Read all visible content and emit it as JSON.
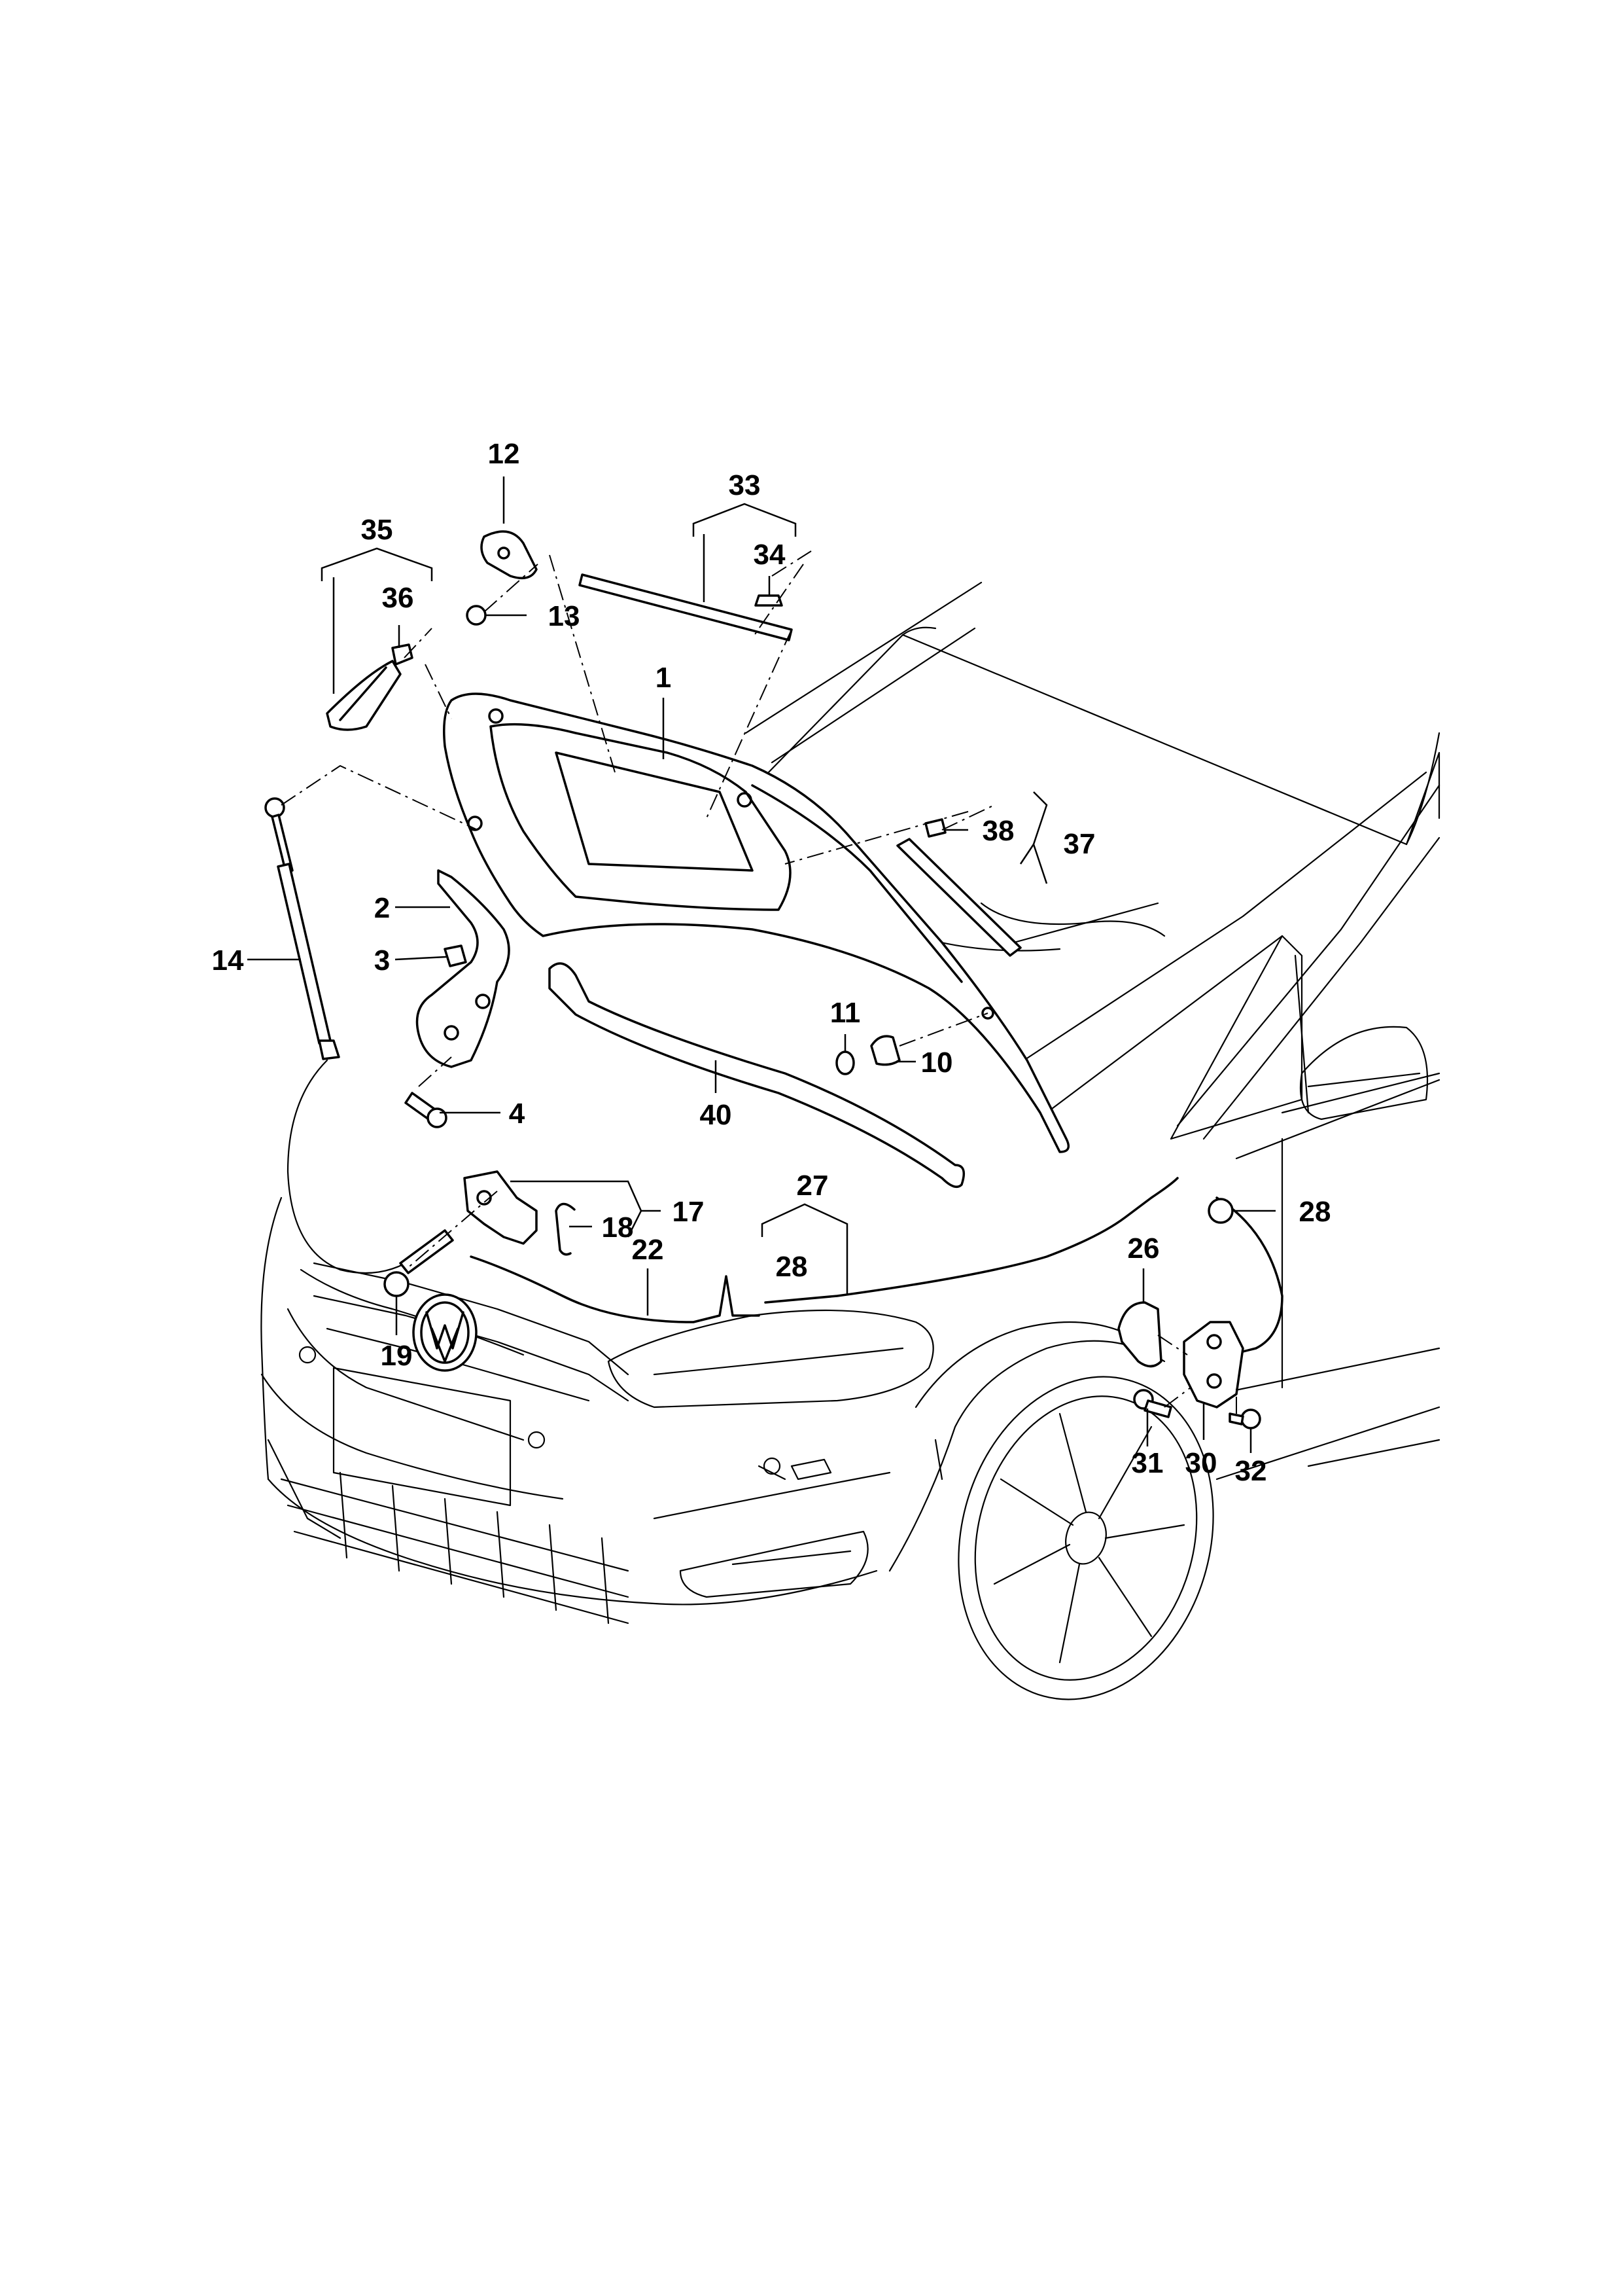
{
  "diagram": {
    "callouts": [
      {
        "id": "1",
        "text": "1"
      },
      {
        "id": "2",
        "text": "2"
      },
      {
        "id": "3",
        "text": "3"
      },
      {
        "id": "4",
        "text": "4"
      },
      {
        "id": "10",
        "text": "10"
      },
      {
        "id": "11",
        "text": "11"
      },
      {
        "id": "12",
        "text": "12"
      },
      {
        "id": "13",
        "text": "13"
      },
      {
        "id": "14",
        "text": "14"
      },
      {
        "id": "17",
        "text": "17"
      },
      {
        "id": "18",
        "text": "18"
      },
      {
        "id": "19",
        "text": "19"
      },
      {
        "id": "22",
        "text": "22"
      },
      {
        "id": "26",
        "text": "26"
      },
      {
        "id": "27",
        "text": "27"
      },
      {
        "id": "28a",
        "text": "28"
      },
      {
        "id": "28b",
        "text": "28"
      },
      {
        "id": "30",
        "text": "30"
      },
      {
        "id": "31",
        "text": "31"
      },
      {
        "id": "32",
        "text": "32"
      },
      {
        "id": "33",
        "text": "33"
      },
      {
        "id": "34",
        "text": "34"
      },
      {
        "id": "35",
        "text": "35"
      },
      {
        "id": "36",
        "text": "36"
      },
      {
        "id": "37",
        "text": "37"
      },
      {
        "id": "38",
        "text": "38"
      },
      {
        "id": "40",
        "text": "40"
      }
    ]
  }
}
